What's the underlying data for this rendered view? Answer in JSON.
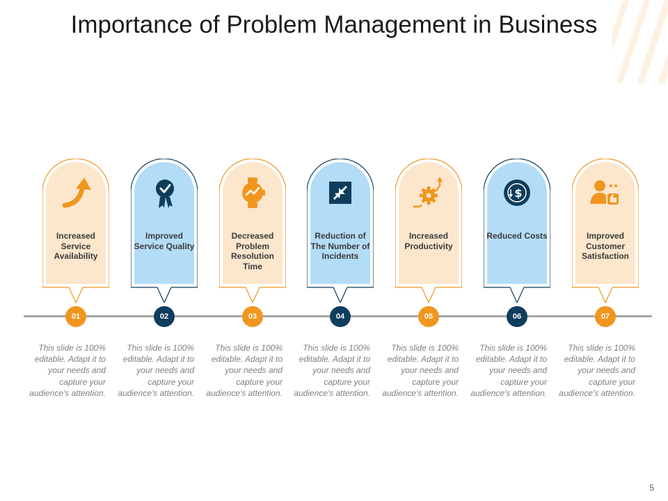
{
  "title": "Importance of Problem Management in Business",
  "page_number": "5",
  "colors": {
    "orange": "#f0961f",
    "navy": "#0f3d5c",
    "light_orange": "#fce6cc",
    "light_blue": "#b3dcf7",
    "line": "#a6a6a6"
  },
  "items": [
    {
      "number": "01",
      "label": "Increased Service Availability",
      "icon": "curved-arrow-up-icon",
      "theme": "orange",
      "description": "This slide is 100% editable. Adapt it to your needs and capture your audience's attention."
    },
    {
      "number": "02",
      "label": "Improved Service Quality",
      "icon": "quality-badge-icon",
      "theme": "navy",
      "description": "This slide is 100% editable. Adapt it to your needs and capture your audience's attention."
    },
    {
      "number": "03",
      "label": "Decreased Problem Resolution Time",
      "icon": "smartwatch-icon",
      "theme": "orange",
      "description": "This slide is 100% editable. Adapt it to your needs and capture your audience's attention."
    },
    {
      "number": "04",
      "label": "Reduction of The Number of Incidents",
      "icon": "minimize-arrows-icon",
      "theme": "navy",
      "description": "This slide is 100% editable. Adapt it to your needs and capture your audience's attention."
    },
    {
      "number": "05",
      "label": "Increased Productivity",
      "icon": "gear-growth-icon",
      "theme": "orange",
      "description": "This slide is 100% editable. Adapt it to your needs and capture your audience's attention."
    },
    {
      "number": "06",
      "label": "Reduced Costs",
      "icon": "dollar-coin-icon",
      "theme": "navy",
      "description": "This slide is 100% editable. Adapt it to your needs and capture your audience's attention."
    },
    {
      "number": "07",
      "label": "Improved Customer Satisfaction",
      "icon": "customer-thumbs-up-icon",
      "theme": "orange",
      "description": "This slide is 100% editable. Adapt it to your needs and capture your audience's attention."
    }
  ]
}
